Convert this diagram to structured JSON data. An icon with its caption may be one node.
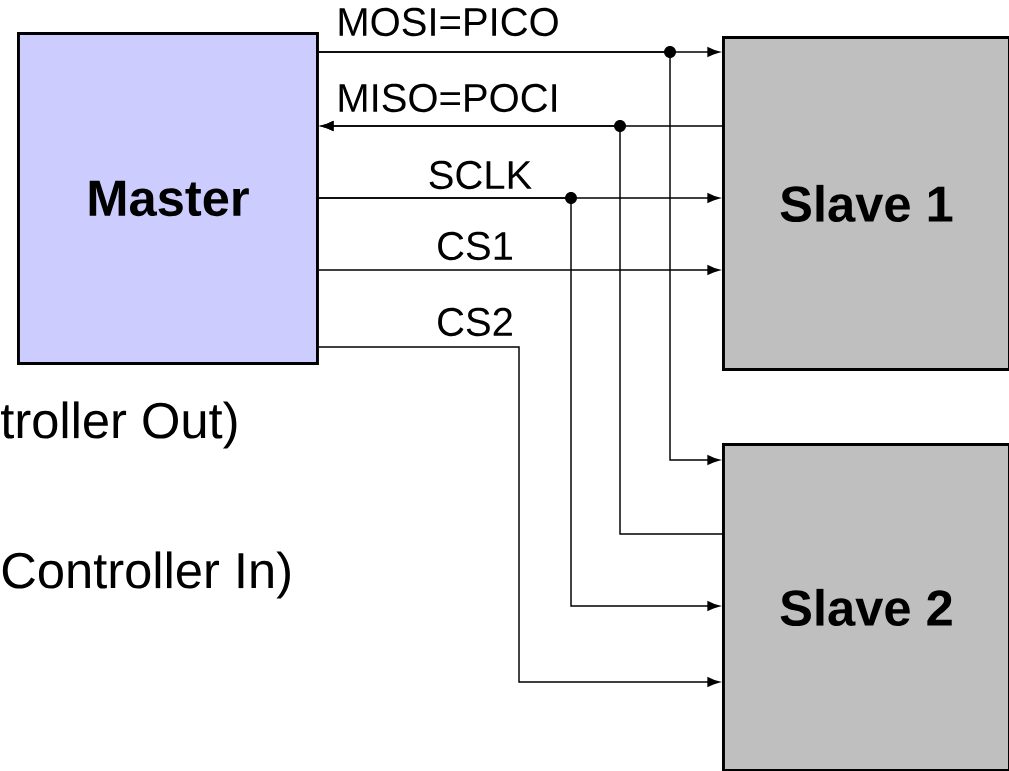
{
  "diagram": {
    "nodes": [
      {
        "text": [
          "Master"
        ]
      },
      {
        "text": [
          "Slave 1"
        ]
      },
      {
        "text": [
          "Slave 2"
        ]
      }
    ],
    "edges": [
      {
        "from": 0,
        "to": 1,
        "arrow": "to",
        "label": "MOSI=PICO"
      },
      {
        "from": 0,
        "to": 2,
        "arrow": "to"
      },
      {
        "from": 1,
        "to": 0,
        "arrow": "to",
        "label": "MISO=POCI"
      },
      {
        "from": 2,
        "to": 0,
        "arrow": "to"
      },
      {
        "from": 0,
        "to": 1,
        "arrow": "to",
        "label": "SCLK"
      },
      {
        "from": 0,
        "to": 2,
        "arrow": "to"
      },
      {
        "from": 0,
        "to": 1,
        "arrow": "to",
        "label": "CS1"
      },
      {
        "from": 0,
        "to": 2,
        "arrow": "to",
        "label": "CS2"
      }
    ],
    "labels": [
      "troller Out)",
      "Controller In)"
    ]
  }
}
